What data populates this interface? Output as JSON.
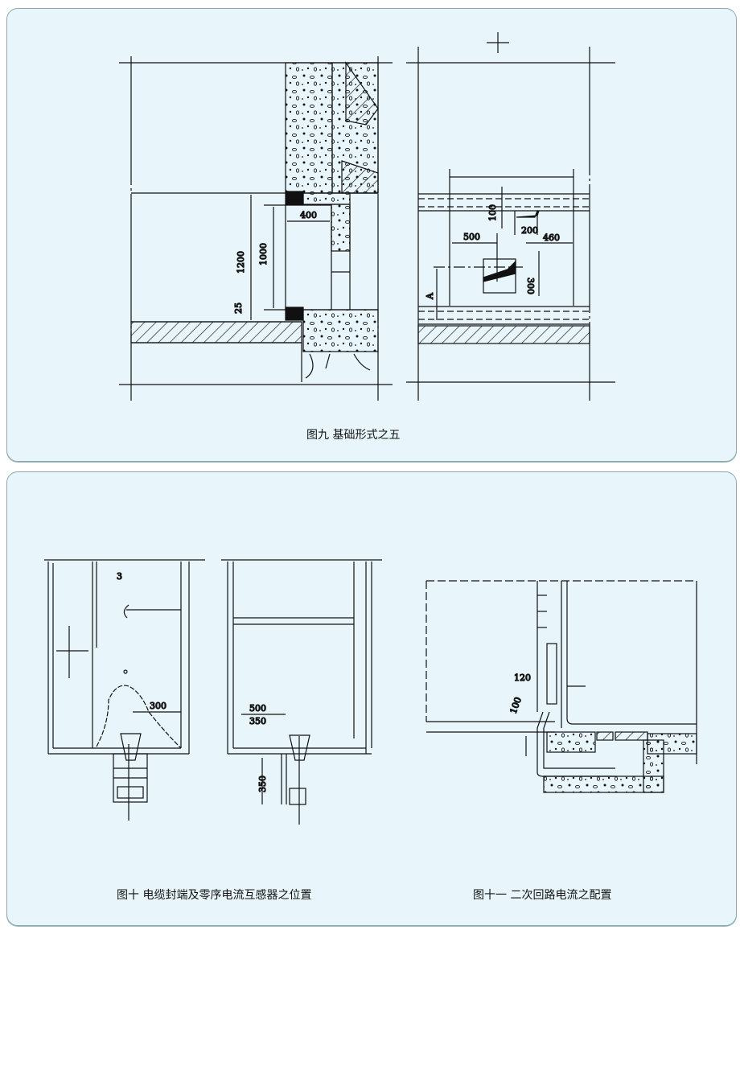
{
  "figure9": {
    "caption": "图九 基础形式之五",
    "dims": {
      "d1200": "1200",
      "d1000": "1000",
      "d400": "400",
      "d25": "25",
      "d100": "100",
      "d200": "200",
      "d500": "500",
      "d460": "460",
      "d300": "300",
      "labelA": "A"
    }
  },
  "figure10": {
    "caption": "图十 电缆封端及零序电流互感器之位置",
    "dims": {
      "d300": "300",
      "d500": "500",
      "d350a": "350",
      "d350b": "350",
      "mark3": "3"
    }
  },
  "figure11": {
    "caption": "图十一 二次回路电流之配置",
    "dims": {
      "d120": "120",
      "d100": "100"
    }
  },
  "colors": {
    "panel": "#e8f6fb",
    "border": "#8fa8ad",
    "ink": "#111111"
  }
}
